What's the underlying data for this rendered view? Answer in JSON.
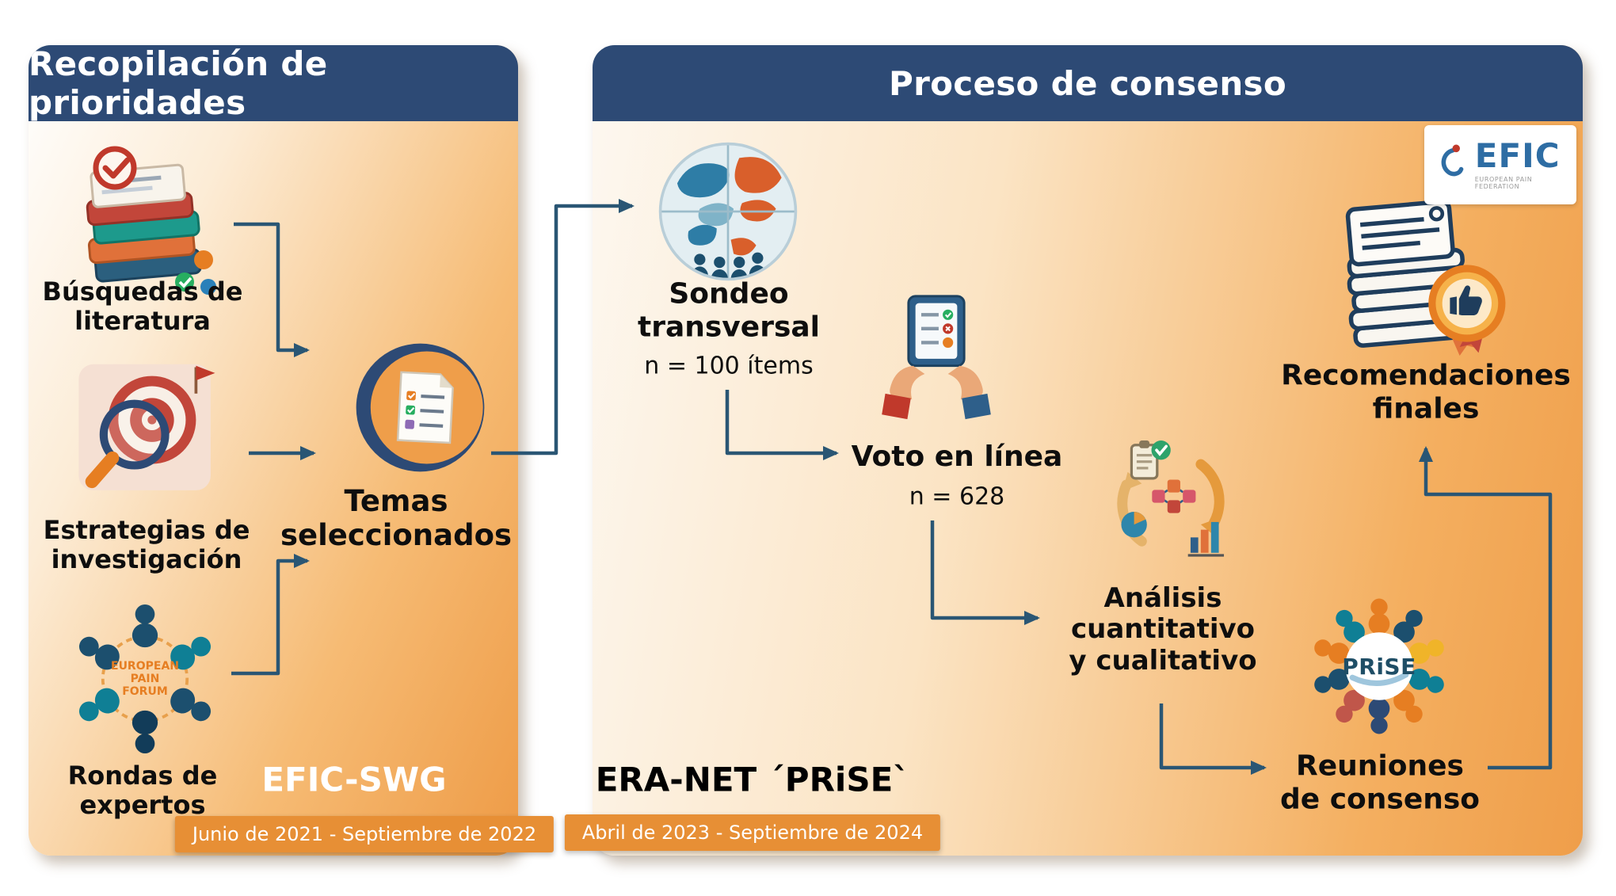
{
  "colors": {
    "header_navy": "#2d4a75",
    "panel_orange": "#ef9e4a",
    "badge_orange": "#e78f35",
    "arrow_blue": "#2a5674",
    "accent_red": "#c0392b",
    "accent_teal": "#0f7f95"
  },
  "left_panel": {
    "title": "Recopilación de prioridades",
    "items": [
      {
        "label": "Búsquedas de\nliteratura",
        "icon": "literature-stack-icon"
      },
      {
        "label": "Estrategias de\ninvestigación",
        "icon": "target-magnifier-icon"
      },
      {
        "label": "Rondas de\nexpertos",
        "icon": "expert-forum-icon"
      }
    ],
    "forum_logo_text": "EUROPEAN\nPAIN\nFORUM",
    "hub_label": "Temas\nseleccionados",
    "org_label": "EFIC-SWG",
    "date_badge": "Junio de 2021 - Septiembre de 2022"
  },
  "right_panel": {
    "title": "Proceso de consenso",
    "steps": [
      {
        "label": "Sondeo\ntransversal",
        "sublabel": "n = 100 ítems"
      },
      {
        "label": "Voto en línea",
        "sublabel": "n = 628"
      },
      {
        "label": "Análisis\ncuantitativo\ny cualitativo"
      },
      {
        "label": "Reuniones\nde consenso"
      },
      {
        "label": "Recomendaciones\nfinales"
      }
    ],
    "prise_logo_text": "PRiSE",
    "efic_logo_text": "EFIC",
    "efic_logo_tagline": "EUROPEAN PAIN FEDERATION",
    "org_label": "ERA-NET ´PRiSE`",
    "date_badge": "Abril de 2023 - Septiembre de 2024"
  }
}
